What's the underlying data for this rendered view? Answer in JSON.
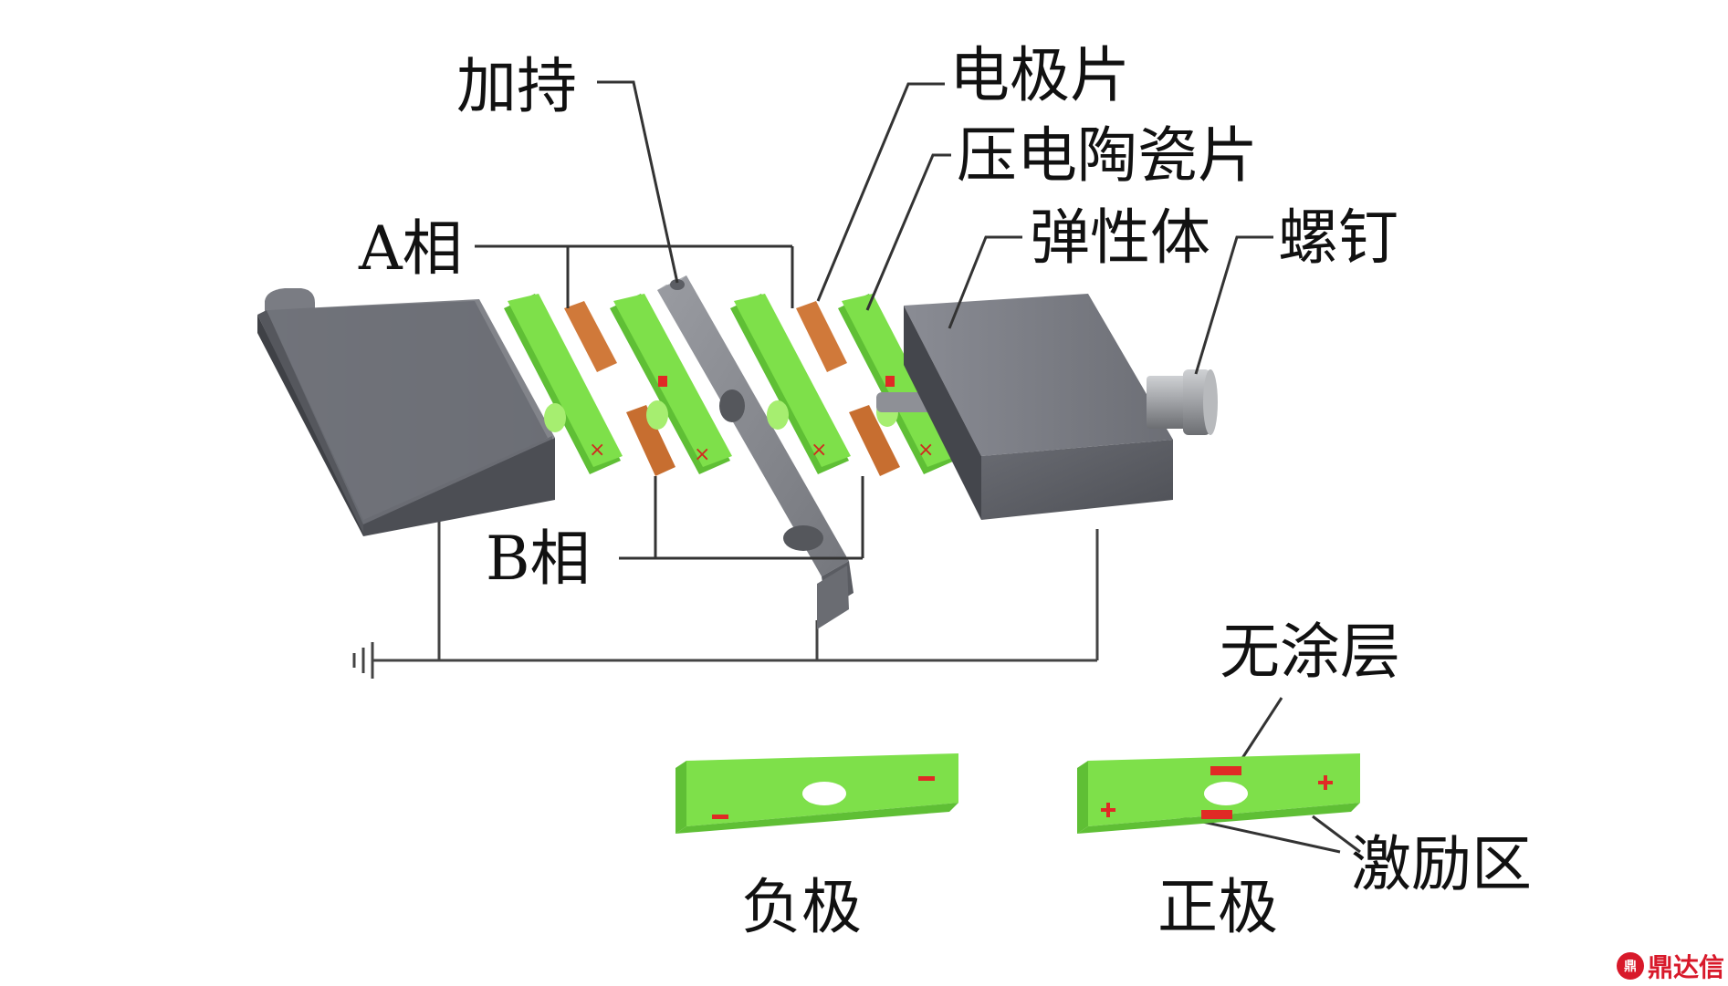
{
  "labels": {
    "holder": "加持",
    "electrode_sheet": "电极片",
    "piezo_sheet": "压电陶瓷片",
    "phase_a": "A相",
    "elastic_body": "弹性体",
    "screw": "螺钉",
    "phase_b": "B相",
    "no_coating": "无涂层",
    "excitation_zone": "激励区",
    "negative_electrode": "负极",
    "positive_electrode": "正极"
  },
  "watermark": {
    "text": "鼎达信",
    "badge": "鼎"
  },
  "colors": {
    "metal_front": "#5f6168",
    "metal_top": "#7e8088",
    "metal_side": "#46484e",
    "green_plate": "#7ee04a",
    "green_plate_edge": "#5fbf35",
    "copper_electrode": "#d0793a",
    "excitation_red": "#e02a25",
    "leader_line": "#333333"
  }
}
